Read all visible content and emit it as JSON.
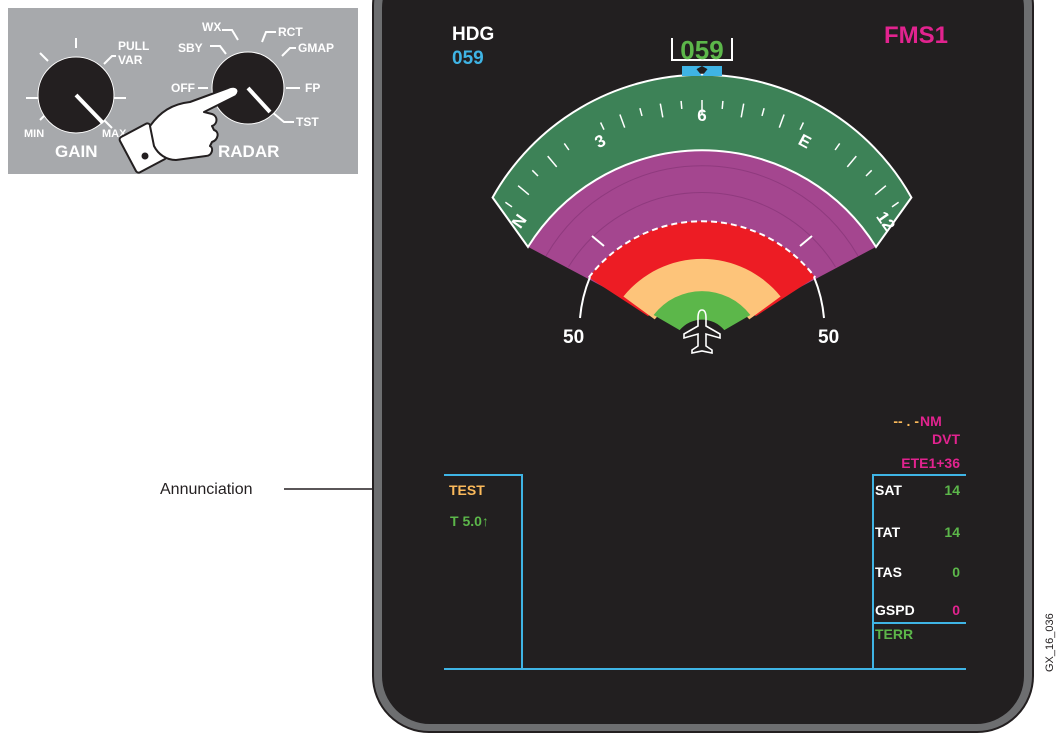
{
  "panel": {
    "gain_knob": {
      "label": "GAIN",
      "positions": [
        "PULL",
        "VAR",
        "MIN",
        "MAX"
      ]
    },
    "radar_knob": {
      "label": "RADAR",
      "positions": [
        "WX",
        "RCT",
        "SBY",
        "GMAP",
        "OFF",
        "FP",
        "TST"
      ]
    }
  },
  "display": {
    "heading": {
      "label": "HDG",
      "value": "059"
    },
    "fms_source": "FMS1",
    "heading_box": "059",
    "compass_labels": [
      "N",
      "3",
      "6",
      "E",
      "12"
    ],
    "range_labels": [
      "50",
      "50"
    ],
    "nav": {
      "distance_dash": "-- . -",
      "distance_unit": "NM",
      "waypoint": "DVT",
      "ete": "ETE1+36"
    },
    "left_window": {
      "mode": "TEST",
      "tilt": "T 5.0↑"
    },
    "right_window": {
      "rows": [
        {
          "label": "SAT",
          "value": "14"
        },
        {
          "label": "TAT",
          "value": "14"
        },
        {
          "label": "TAS",
          "value": "0"
        },
        {
          "label": "GSPD",
          "value": "0"
        }
      ],
      "terr": "TERR"
    }
  },
  "callout": "Annunciation",
  "figure_id": "GX_16_036",
  "colors": {
    "cyan": "#3fb4e5",
    "magenta": "#e2238f",
    "green": "#5cb74a",
    "amber": "#fcba5b",
    "compass_green": "#3d8257",
    "purple": "#a4468f",
    "red": "#ed1c24",
    "orange": "#fdc47a",
    "bezel": "#6d6e70",
    "screen": "#221f20"
  }
}
